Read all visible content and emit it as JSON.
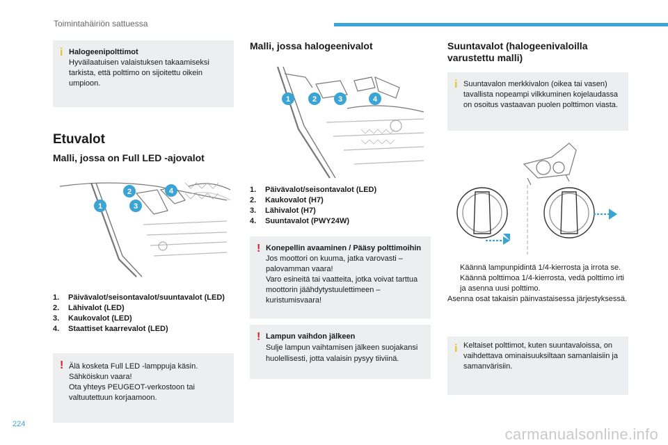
{
  "header": {
    "title": "Toimintahäiriön sattuessa"
  },
  "page_number": "224",
  "col1": {
    "info_box": {
      "title": "Halogeenipolttimot",
      "body": "Hyväilaatuisen valaistuksen takaamiseksi tarkista, että polttimo on sijoitettu oikein umpioon."
    },
    "heading": "Etuvalot",
    "subheading": "Malli, jossa on Full LED -ajovalot",
    "callouts": [
      "1",
      "2",
      "3",
      "4"
    ],
    "list": [
      {
        "num": "1.",
        "text": "Päivävalot/seisontavalot/suuntavalot (LED)"
      },
      {
        "num": "2.",
        "text": "Lähivalot (LED)"
      },
      {
        "num": "3.",
        "text": "Kaukovalot (LED)"
      },
      {
        "num": "4.",
        "text": "Staattiset kaarrevalot (LED)"
      }
    ],
    "warning_box": {
      "lines": [
        "Älä kosketa Full LED -lamppuja käsin.",
        "Sähköiskun vaara!",
        "Ota yhteys PEUGEOT-verkostoon tai valtuutettuun korjaamoon."
      ]
    }
  },
  "col2": {
    "subheading": "Malli, jossa halogeenivalot",
    "callouts": [
      "1",
      "2",
      "3",
      "4"
    ],
    "list": [
      {
        "num": "1.",
        "text": "Päivävalot/seisontavalot (LED)"
      },
      {
        "num": "2.",
        "text": "Kaukovalot (H7)"
      },
      {
        "num": "3.",
        "text": "Lähivalot (H7)"
      },
      {
        "num": "4.",
        "text": "Suuntavalot (PWY24W)"
      }
    ],
    "warning_box_1": {
      "title": "Konepellin avaaminen / Pääsy polttimoihin",
      "body": "Jos moottori on kuuma, jatka varovasti – palovamman vaara!\nVaro esineitä tai vaatteita, jotka voivat tarttua moottorin jäähdytystuulettimeen – kuristumisvaara!"
    },
    "warning_box_2": {
      "title": "Lampun vaihdon jälkeen",
      "body": "Sulje lampun vaihtamisen jälkeen suojakansi huolellisesti, jotta valaisin pysyy tiiviinä."
    }
  },
  "col3": {
    "subheading": "Suuntavalot (halogeenivaloilla varustettu malli)",
    "info_box_1": {
      "body": "Suuntavalon merkkivalon (oikea tai vasen) tavallista nopeampi vilkkuminen kojelaudassa on osoitus vastaavan puolen polttimon viasta."
    },
    "steps": [
      {
        "bullet": "",
        "text": "Käännä lampunpidintä 1/4-kierrosta ja irrota se."
      },
      {
        "bullet": "",
        "text": "Käännä polttimoa 1/4-kierrosta, vedä polttimo irti ja asenna uusi polttimo."
      }
    ],
    "reassemble": "Asenna osat takaisin päinvastaisessa järjestyksessä.",
    "info_box_2": {
      "body": "Keltaiset polttimot, kuten suuntavaloissa, on vaihdettava ominaisuuksiltaan samanlaisiin ja samanvärisiin."
    }
  },
  "watermark": "carmanualsonline.info",
  "colors": {
    "accent": "#3aa4d4",
    "callout": "#3aa4d4",
    "info": "#e8c32b",
    "warning": "#d62027",
    "box_bg": "#eceeef"
  }
}
